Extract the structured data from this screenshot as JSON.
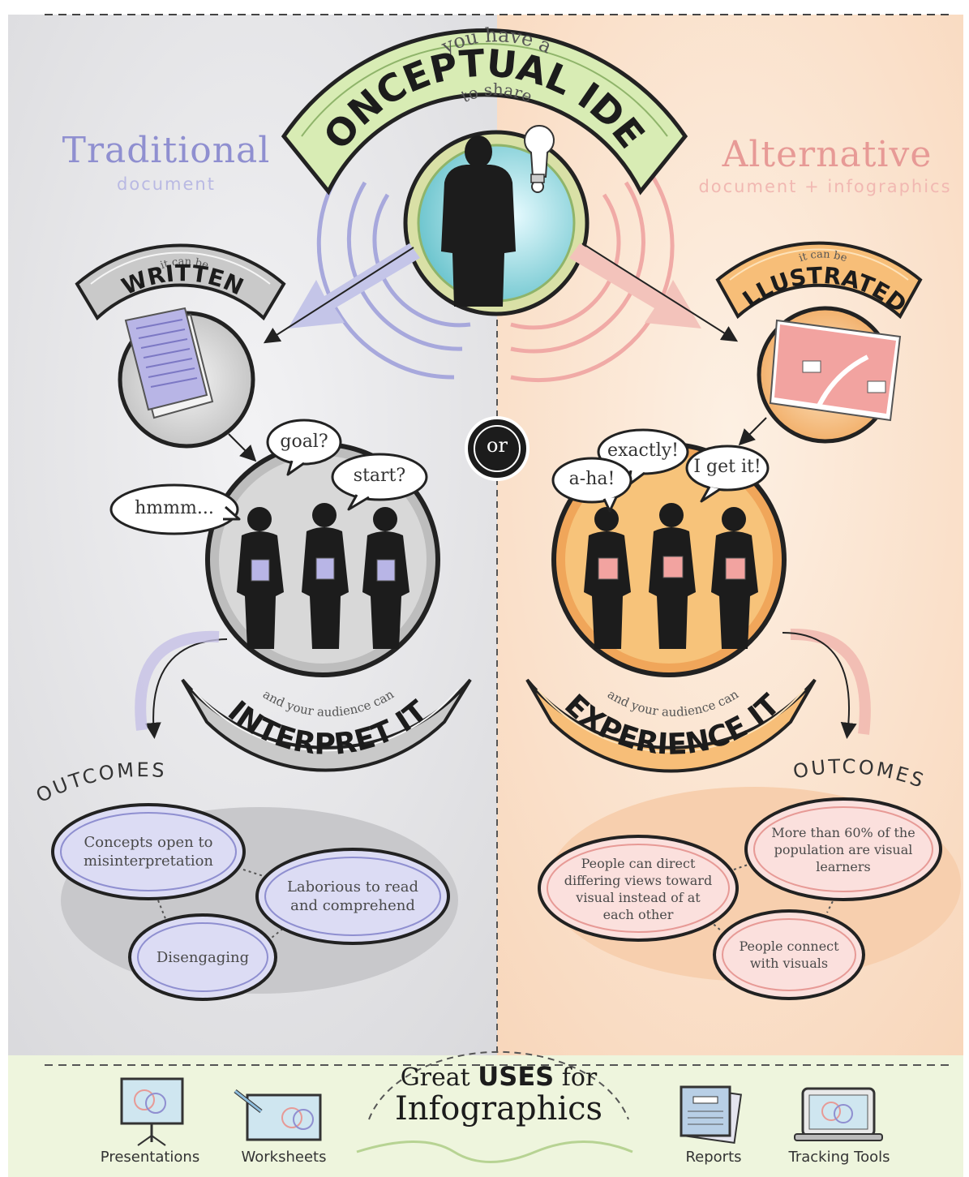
{
  "top": {
    "line1": "you have a",
    "line2": "CONCEPTUAL IDEA",
    "line3": "to share"
  },
  "left": {
    "heading": "Traditional",
    "subheading": "document",
    "step1_small": "it can be",
    "step1_big": "WRITTEN",
    "bubbles": [
      "goal?",
      "start?",
      "hmmm..."
    ],
    "step2_small": "and your audience can",
    "step2_big": "INTERPRET IT",
    "outcomes_title": "OUTCOMES",
    "outcomes": [
      "Concepts open to misinterpretation",
      "Laborious to read and comprehend",
      "Disengaging"
    ]
  },
  "center": {
    "or": "or"
  },
  "right": {
    "heading": "Alternative",
    "subheading": "document + infographics",
    "step1_small": "it can be",
    "step1_big": "ILLUSTRATED",
    "bubbles": [
      "exactly!",
      "a-ha!",
      "I get it!"
    ],
    "step2_small": "and your audience can",
    "step2_big": "EXPERIENCE IT",
    "outcomes_title": "OUTCOMES",
    "outcomes": [
      "More than 60% of the population are visual learners",
      "People can direct differing views toward visual instead of at each other",
      "People connect with visuals"
    ]
  },
  "footer": {
    "great": "Great",
    "uses": "USES",
    "for": "for",
    "infographics": "Infographics",
    "items": [
      "Presentations",
      "Worksheets",
      "Reports",
      "Tracking Tools"
    ]
  },
  "colors": {
    "left_panel": "#e6e6e8",
    "right_panel": "#fbe3cf",
    "green": "#d8ecb4",
    "traditional_blue": "#8f8fd0",
    "alternative_pink": "#e79a96",
    "orange": "#f7be78",
    "silhouette": "#1c1c1c"
  }
}
